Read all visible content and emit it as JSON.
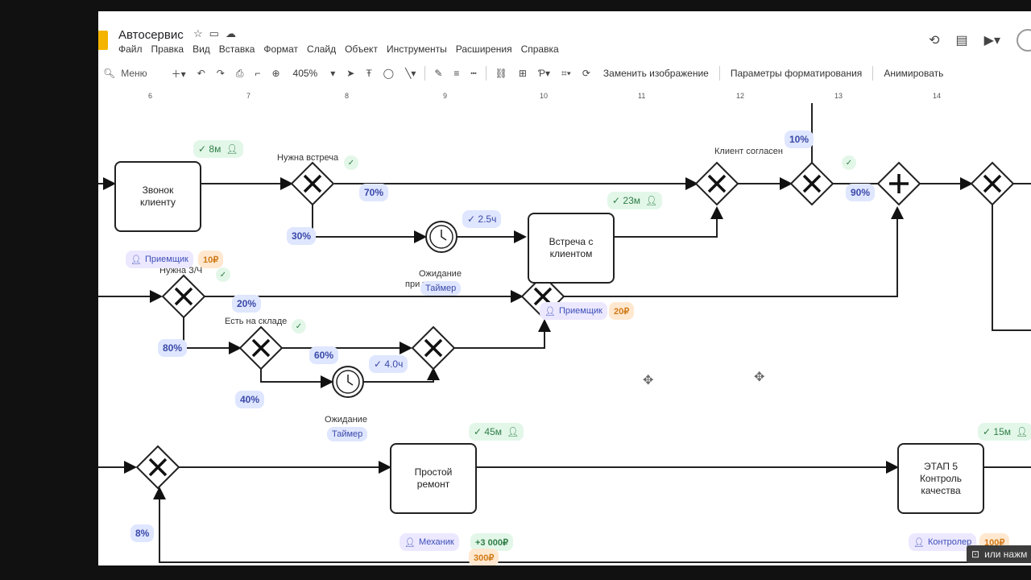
{
  "app": {
    "title": "Автосервис",
    "menu": [
      "Файл",
      "Правка",
      "Вид",
      "Вставка",
      "Формат",
      "Слайд",
      "Объект",
      "Инструменты",
      "Расширения",
      "Справка"
    ]
  },
  "toolbar": {
    "search_label": "Меню",
    "zoom": "405%",
    "replace_image": "Заменить изображение",
    "format_options": "Параметры форматирования",
    "animate": "Анимировать"
  },
  "ruler": [
    "6",
    "7",
    "8",
    "9",
    "10",
    "11",
    "12",
    "13",
    "14"
  ],
  "diagram": {
    "tasks": {
      "call": "Звонок\nклиенту",
      "meeting": "Встреча с\nклиентом",
      "simple_repair": "Простой\nремонт",
      "stage5": "ЭТАП 5\nКонтроль\nкачества"
    },
    "labels": {
      "need_meeting": "Нужна встреча",
      "client_agreed": "Клиент согласен",
      "need_parts": "Нужна З/Ч",
      "in_stock": "Есть на складе",
      "waiting1": "Ожидание",
      "waiting1_rest": "при          та",
      "waiting2": "Ожидание"
    },
    "percents": {
      "p70": "70%",
      "p30": "30%",
      "p10": "10%",
      "p90": "90%",
      "p20": "20%",
      "p80": "80%",
      "p60": "60%",
      "p40": "40%",
      "p8": "8%"
    },
    "durations": {
      "d8m": "✓ 8м",
      "d23m": "✓ 23м",
      "d25h": "✓ 2.5ч",
      "d4h": "✓ 4.0ч",
      "d45m": "✓ 45м",
      "d15m": "✓ 15м"
    },
    "roles": {
      "receiver1": "Приемщик",
      "receiver2": "Приемщик",
      "mechanic": "Механик",
      "controller": "Контролер"
    },
    "costs": {
      "c10": "10₽",
      "c20": "20₽",
      "c300": "300₽",
      "c100": "100₽",
      "plus3000": "+3 000₽"
    },
    "timer_label": "Таймер"
  },
  "overlay_button": "или нажм"
}
